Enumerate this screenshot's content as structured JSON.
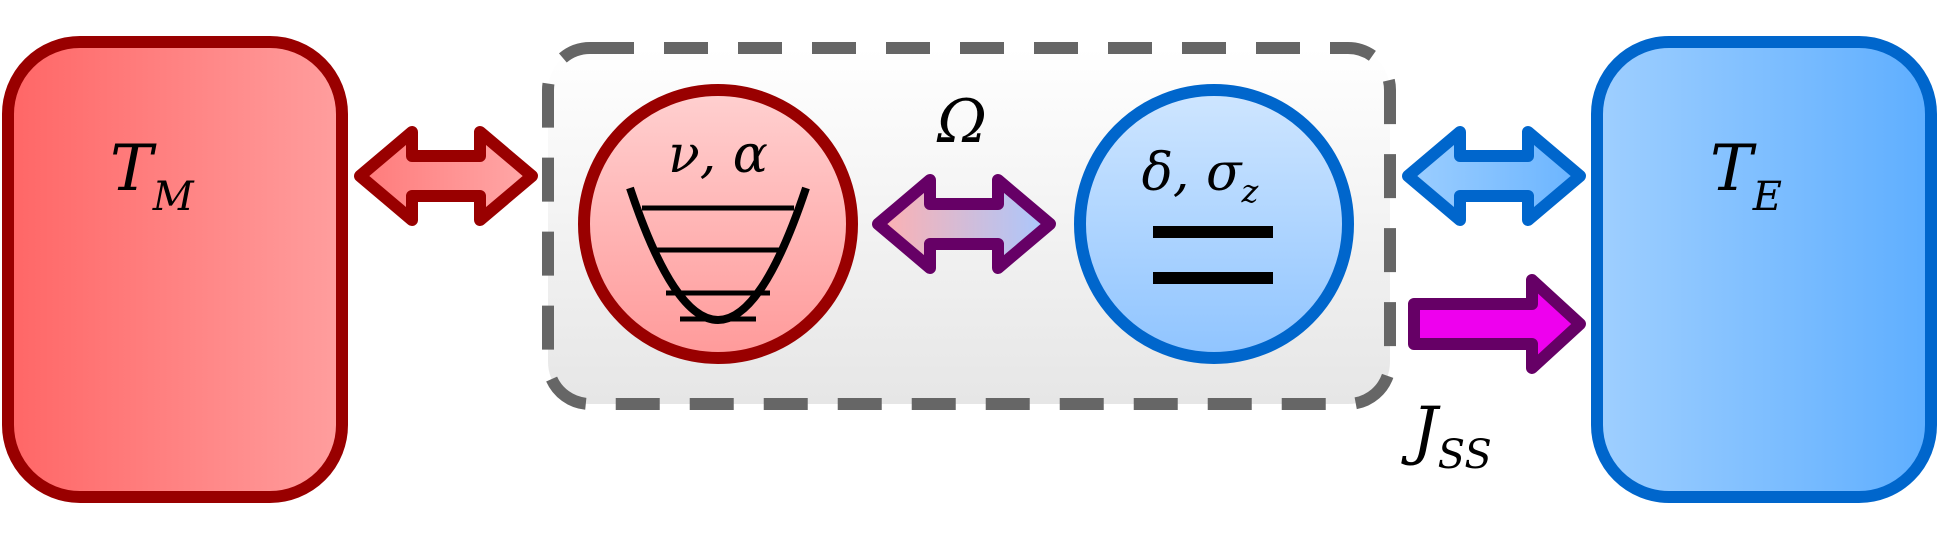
{
  "colors": {
    "red_dark": "#990000",
    "red_light": "#ff6666",
    "red_pale": "#ffbbbb",
    "blue_dark": "#0066cc",
    "blue_light": "#66b2ff",
    "blue_pale": "#cce5ff",
    "purple": "#660066",
    "magenta": "#ee00ee",
    "gray_dash": "#666666"
  },
  "labels": {
    "left_bath_main": "T",
    "left_bath_sub": "M",
    "right_bath_main": "T",
    "right_bath_sub": "E",
    "oscillator": "ν, α",
    "coupling": "Ω",
    "qubit_main": "δ, σ",
    "qubit_sub": "z",
    "current_main": "J",
    "current_sub": "SS"
  }
}
